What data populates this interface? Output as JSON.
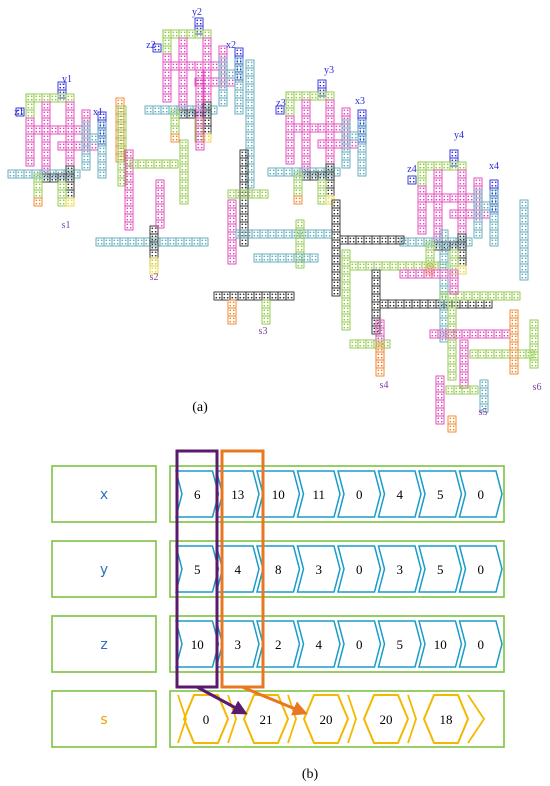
{
  "colors": {
    "pink": "#e040b8",
    "green": "#8cc63f",
    "teal": "#5aa7b8",
    "black": "#2b2b2b",
    "blue": "#2a2ae0",
    "orange": "#f08020",
    "yellow": "#e8d83a",
    "tileCyan": "#1a9cc8",
    "tileYellow": "#f5b800",
    "rowBox": "#7dc242",
    "rowLabelBlue": "#2e6fc0",
    "rowLabelOrange": "#f0a500",
    "highlightPurple": "#5a1a6e",
    "highlightOrange": "#e87722",
    "labelPurple": "#7a3fa0",
    "labelBlue": "#2a2ae0"
  },
  "panel_a": {
    "caption": "(a)",
    "labels": [
      {
        "text": "y1"
      },
      {
        "text": "z1"
      },
      {
        "text": "x1"
      },
      {
        "text": "s1"
      },
      {
        "text": "y2"
      },
      {
        "text": "z2"
      },
      {
        "text": "x2"
      },
      {
        "text": "s2"
      },
      {
        "text": "y3"
      },
      {
        "text": "z3"
      },
      {
        "text": "x3"
      },
      {
        "text": "s3"
      },
      {
        "text": "y4"
      },
      {
        "text": "z4"
      },
      {
        "text": "x4"
      },
      {
        "text": "s4"
      },
      {
        "text": "s5"
      },
      {
        "text": "s6"
      }
    ]
  },
  "panel_b": {
    "caption": "(b)",
    "rows": [
      {
        "label": "x",
        "values": [
          "6",
          "13",
          "10",
          "11",
          "0",
          "4",
          "5",
          "0"
        ]
      },
      {
        "label": "y",
        "values": [
          "5",
          "4",
          "8",
          "3",
          "0",
          "3",
          "5",
          "0"
        ]
      },
      {
        "label": "z",
        "values": [
          "10",
          "3",
          "2",
          "4",
          "0",
          "5",
          "10",
          "0"
        ]
      }
    ],
    "sum_row": {
      "label": "s",
      "values": [
        "0",
        "21",
        "20",
        "20",
        "18"
      ]
    }
  }
}
